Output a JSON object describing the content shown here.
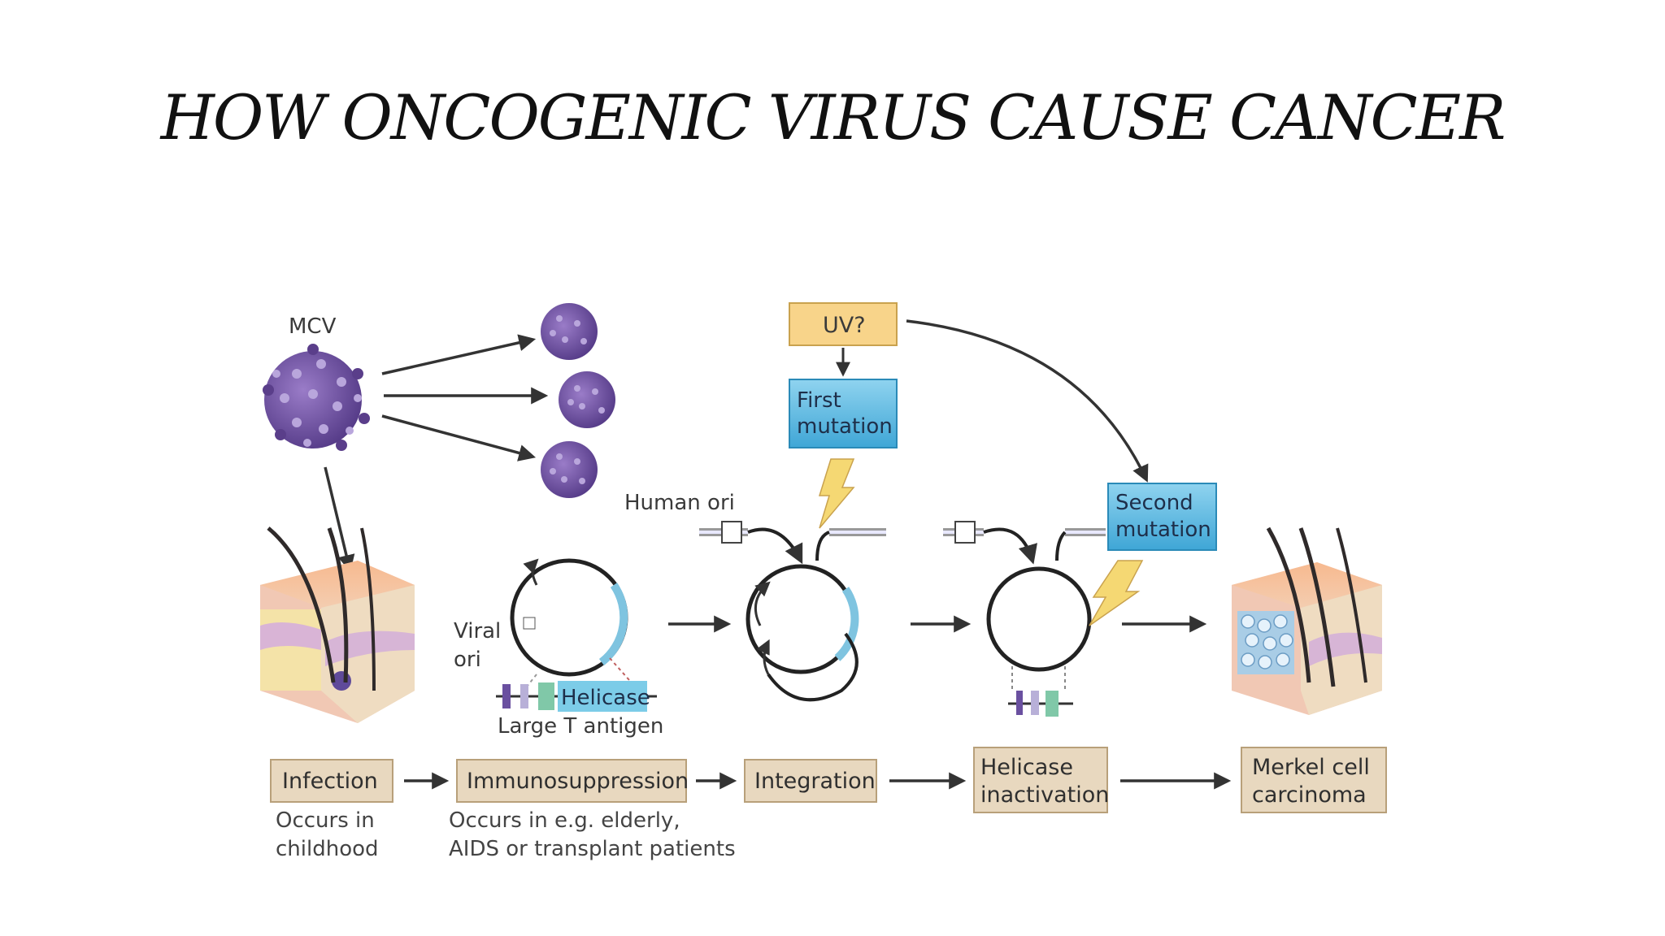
{
  "title": "HOW ONCOGENIC VIRUS CAUSE CANCER",
  "labels": {
    "mcv": "MCV",
    "uv": "UV?",
    "first_mutation_1": "First",
    "first_mutation_2": "mutation",
    "second_mutation_1": "Second",
    "second_mutation_2": "mutation",
    "human_ori": "Human ori",
    "viral_ori_1": "Viral",
    "viral_ori_2": "ori",
    "helicase": "Helicase",
    "large_t": "Large T antigen"
  },
  "stages": [
    {
      "line1": "Infection",
      "line2": ""
    },
    {
      "line1": "Immunosuppression",
      "line2": ""
    },
    {
      "line1": "Integration",
      "line2": ""
    },
    {
      "line1": "Helicase",
      "line2": "inactivation"
    },
    {
      "line1": "Merkel cell",
      "line2": "carcinoma"
    }
  ],
  "notes": {
    "infection_1": "Occurs in",
    "infection_2": "childhood",
    "immuno_1": "Occurs in e.g. elderly,",
    "immuno_2": "AIDS or transplant patients"
  },
  "colors": {
    "stage_box": "#e8d8bf",
    "stage_border": "#b8a07a",
    "mutation_box": "#58b8de",
    "uv_box": "#f8d48a",
    "virus": "#6a4e96",
    "arrow": "#333333",
    "bolt": "#f5d873"
  },
  "icons": [
    "virus-icon",
    "skin-tissue-icon",
    "lightning-icon",
    "dna-loop-icon"
  ]
}
